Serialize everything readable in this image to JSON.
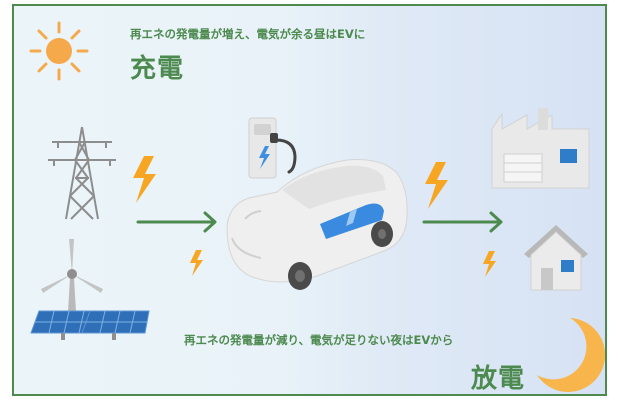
{
  "charge": {
    "caption": "再エネの発電量が増え、電気が余る昼はEVに",
    "word": "充電"
  },
  "discharge": {
    "caption": "再エネの発電量が減り、電気が足りない夜はEVから",
    "word": "放電"
  },
  "colors": {
    "accent_green": "#4d8a4f",
    "bolt_orange": "#f6a623",
    "sun": "#f5a94a",
    "moon": "#f7b54b",
    "solar_panel": "#2f6fb7",
    "window_blue": "#2f7cc9"
  }
}
